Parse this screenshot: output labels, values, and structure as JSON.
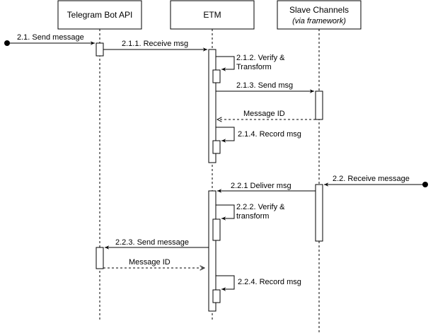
{
  "participants": {
    "telegram": {
      "title": "Telegram Bot API"
    },
    "etm": {
      "title": "ETM"
    },
    "slave": {
      "title": "Slave Channels",
      "subtitle": "(via framework)"
    }
  },
  "messages": {
    "m1": "2.1. Send message",
    "m2": "2.1.1. Receive msg",
    "m3": [
      "2.1.2. Verify &",
      "Transform"
    ],
    "m4": "2.1.3. Send msg",
    "m5": "Message ID",
    "m6": "2.1.4. Record msg",
    "m7": "2.2. Receive message",
    "m8": "2.2.1 Deliver msg",
    "m9": [
      "2.2.2. Verify &",
      "transform"
    ],
    "m10": "2.2.3. Send message",
    "m11": "Message ID",
    "m12": "2.2.4. Record msg"
  }
}
